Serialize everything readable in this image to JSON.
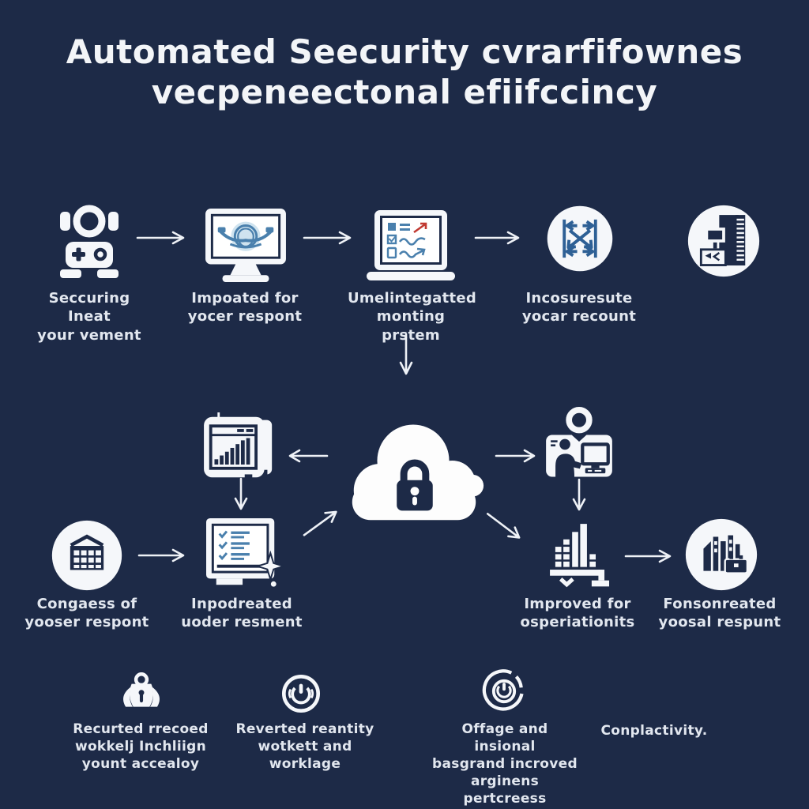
{
  "colors": {
    "background": "#1d2a47",
    "icon_white": "#f5f7fa",
    "accent_blue": "#4a80ad",
    "accent_blue_light": "#cfe3ef",
    "accent_red": "#c13a32",
    "text": "#e2e7ef"
  },
  "title": {
    "line1": "Automated Seecurity cvrarfifownes",
    "line2": "vecpeneectonal efiifccincy"
  },
  "flow_top": {
    "steps": [
      {
        "icon": "robot-assistant-icon",
        "line1": "Seccuring Ineat",
        "line2": "your vement"
      },
      {
        "icon": "monitor-globe-icon",
        "line1": "Impoated for",
        "line2": "yocer respont"
      },
      {
        "icon": "laptop-checklist-icon",
        "line1": "Umelintegatted",
        "line2": "monting prstem"
      },
      {
        "icon": "sync-arrows-icon",
        "line1": "Incosuresute",
        "line2": "yocar recount"
      },
      {
        "icon": "server-book-icon"
      }
    ]
  },
  "center": {
    "icon": "cloud-lock-icon"
  },
  "mid_left": {
    "icon": "analytics-window-icon"
  },
  "mid_right": {
    "icon": "user-workstation-icon"
  },
  "flow_bottom": {
    "steps": [
      {
        "icon": "calendar-building-icon",
        "line1": "Congaess of",
        "line2": "yooser respont"
      },
      {
        "icon": "monitor-tasks-icon",
        "line1": "Inpodreated",
        "line2": "uoder resment"
      },
      {
        "icon": "bar-chart-icon",
        "line1": "Improved for",
        "line2": "osperiationits"
      },
      {
        "icon": "buildings-icon",
        "line1": "Fonsonreated",
        "line2": "yoosal respunt"
      }
    ]
  },
  "footer": {
    "items": [
      {
        "icon": "padlock-icon",
        "line1": "Recurted rrecoed",
        "line2": "wokkelj Inchliign",
        "line3": "yount accealoy"
      },
      {
        "icon": "power-button-icon",
        "line1": "Reverted reantity",
        "line2": "wotkett and",
        "line3": "worklage"
      },
      {
        "icon": "power-cycle-icon",
        "line1": "Offage and insional",
        "line2": "basgrand incroved",
        "line3": "arginens pertcreess"
      },
      {
        "line1": "Conplactivity."
      }
    ]
  }
}
